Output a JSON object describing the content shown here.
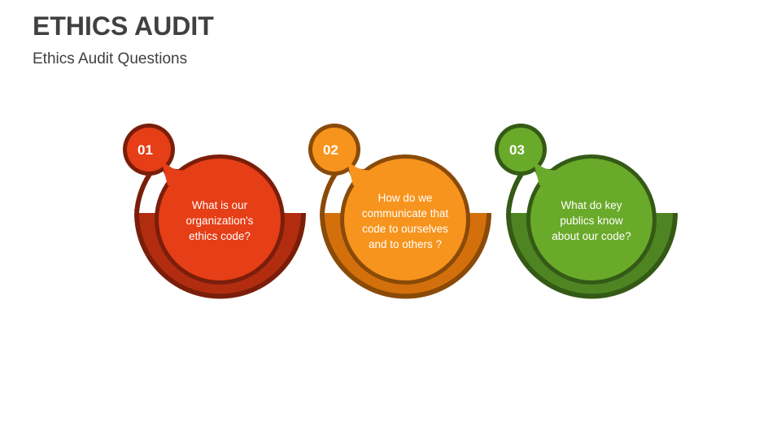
{
  "header": {
    "title": "ETHICS AUDIT",
    "subtitle": "Ethics Audit Questions"
  },
  "steps": [
    {
      "number": "01",
      "question": "What is our organization's ethics code?",
      "lines": [
        "What is our",
        "organization's",
        "ethics code?"
      ],
      "colors": {
        "fill": "#E63E16",
        "band": "#B22D10",
        "outline": "#7A1E0A"
      }
    },
    {
      "number": "02",
      "question": "How do we communicate that code to ourselves and to others ?",
      "lines": [
        "How do we",
        "communicate that",
        "code to ourselves",
        "and to others ?"
      ],
      "colors": {
        "fill": "#F7941D",
        "band": "#D4700B",
        "outline": "#8A4A08"
      }
    },
    {
      "number": "03",
      "question": "What do key publics know about our code?",
      "lines": [
        "What do key",
        "publics know",
        "about our code?"
      ],
      "colors": {
        "fill": "#6AAA2A",
        "band": "#4E8522",
        "outline": "#345A16"
      }
    }
  ]
}
